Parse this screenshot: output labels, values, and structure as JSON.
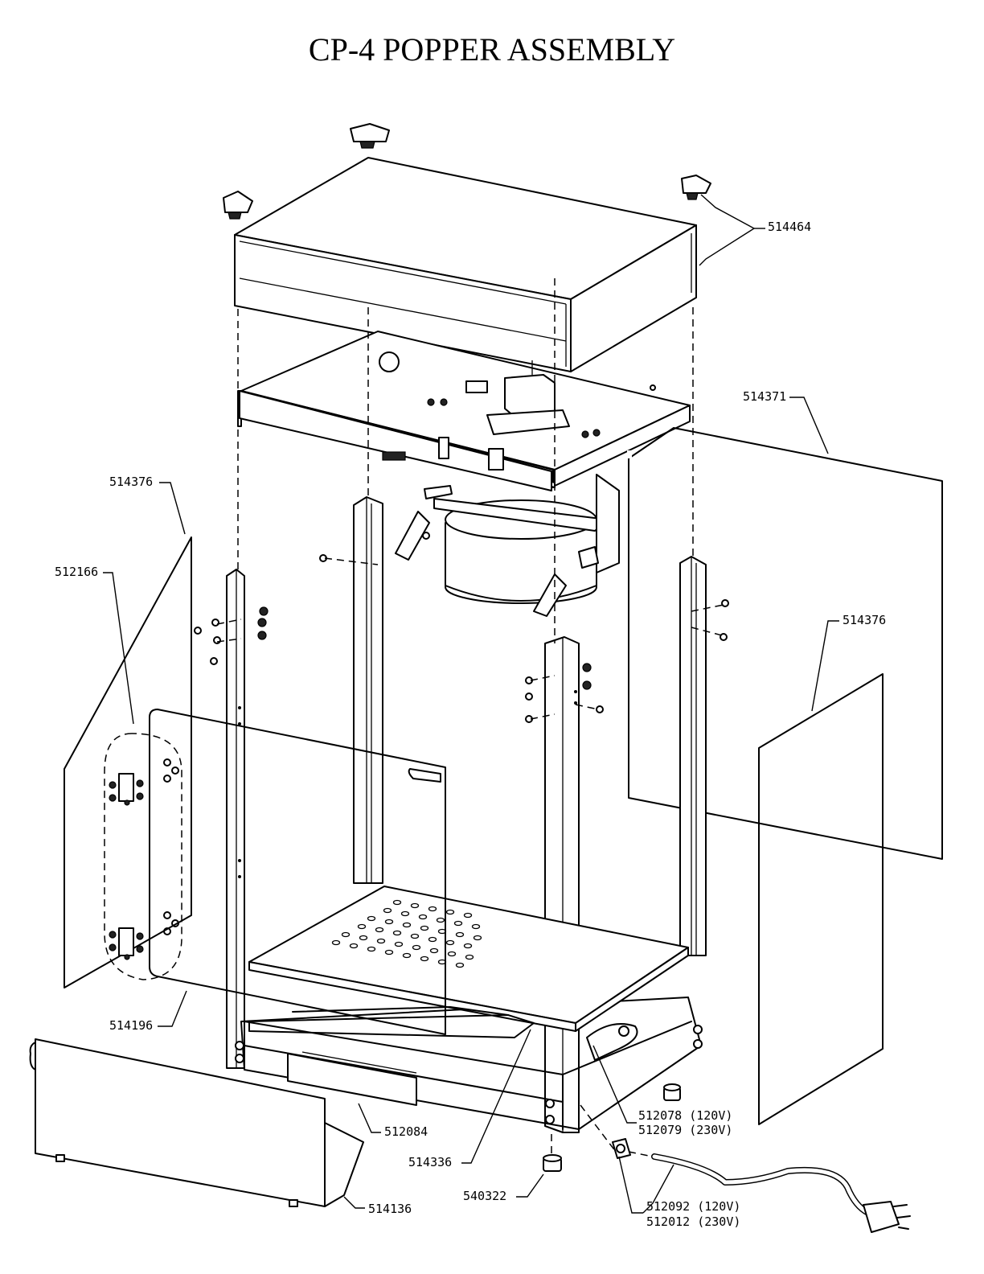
{
  "title": "CP-4 POPPER ASSEMBLY",
  "parts": {
    "p514464": "514464",
    "p514371": "514371",
    "p514376_left": "514376",
    "p514376_right": "514376",
    "p512166": "512166",
    "p514196": "514196",
    "p512084": "512084",
    "p514336": "514336",
    "p540322": "540322",
    "p514136": "514136",
    "p512078": "512078 (120V)",
    "p512079": "512079 (230V)",
    "p512092": "512092 (120V)",
    "p512012": "512012 (230V)"
  }
}
